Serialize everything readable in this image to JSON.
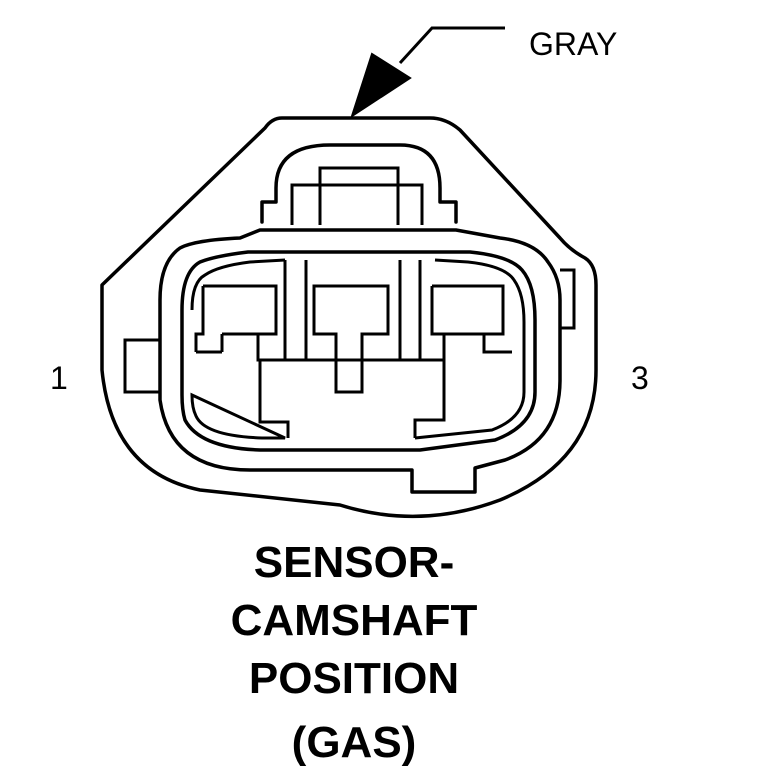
{
  "connector": {
    "wire_color_label": "GRAY",
    "pin_left_label": "1",
    "pin_right_label": "3",
    "pin_count": 3
  },
  "title": {
    "line1": "SENSOR-",
    "line2": "CAMSHAFT",
    "line3": "POSITION",
    "line4": "(GAS)"
  }
}
